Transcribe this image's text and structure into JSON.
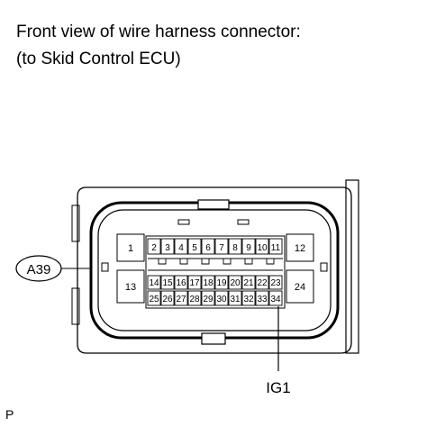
{
  "title": {
    "line1": "Front view of wire harness connector:",
    "line2": "(to Skid Control ECU)"
  },
  "connector": {
    "code": "A39",
    "top_row": [
      "2",
      "3",
      "4",
      "5",
      "6",
      "7",
      "8",
      "9",
      "10",
      "11"
    ],
    "bottom_row_a": [
      "14",
      "15",
      "16",
      "17",
      "18",
      "19",
      "20",
      "21",
      "22",
      "23"
    ],
    "bottom_row_b": [
      "25",
      "26",
      "27",
      "28",
      "29",
      "30",
      "31",
      "32",
      "33",
      "34"
    ],
    "corner_pins": {
      "top_left": "1",
      "top_right": "12",
      "bottom_left": "13",
      "bottom_right": "24"
    },
    "callout_label": "IG1"
  },
  "footer": {
    "code": "P"
  }
}
